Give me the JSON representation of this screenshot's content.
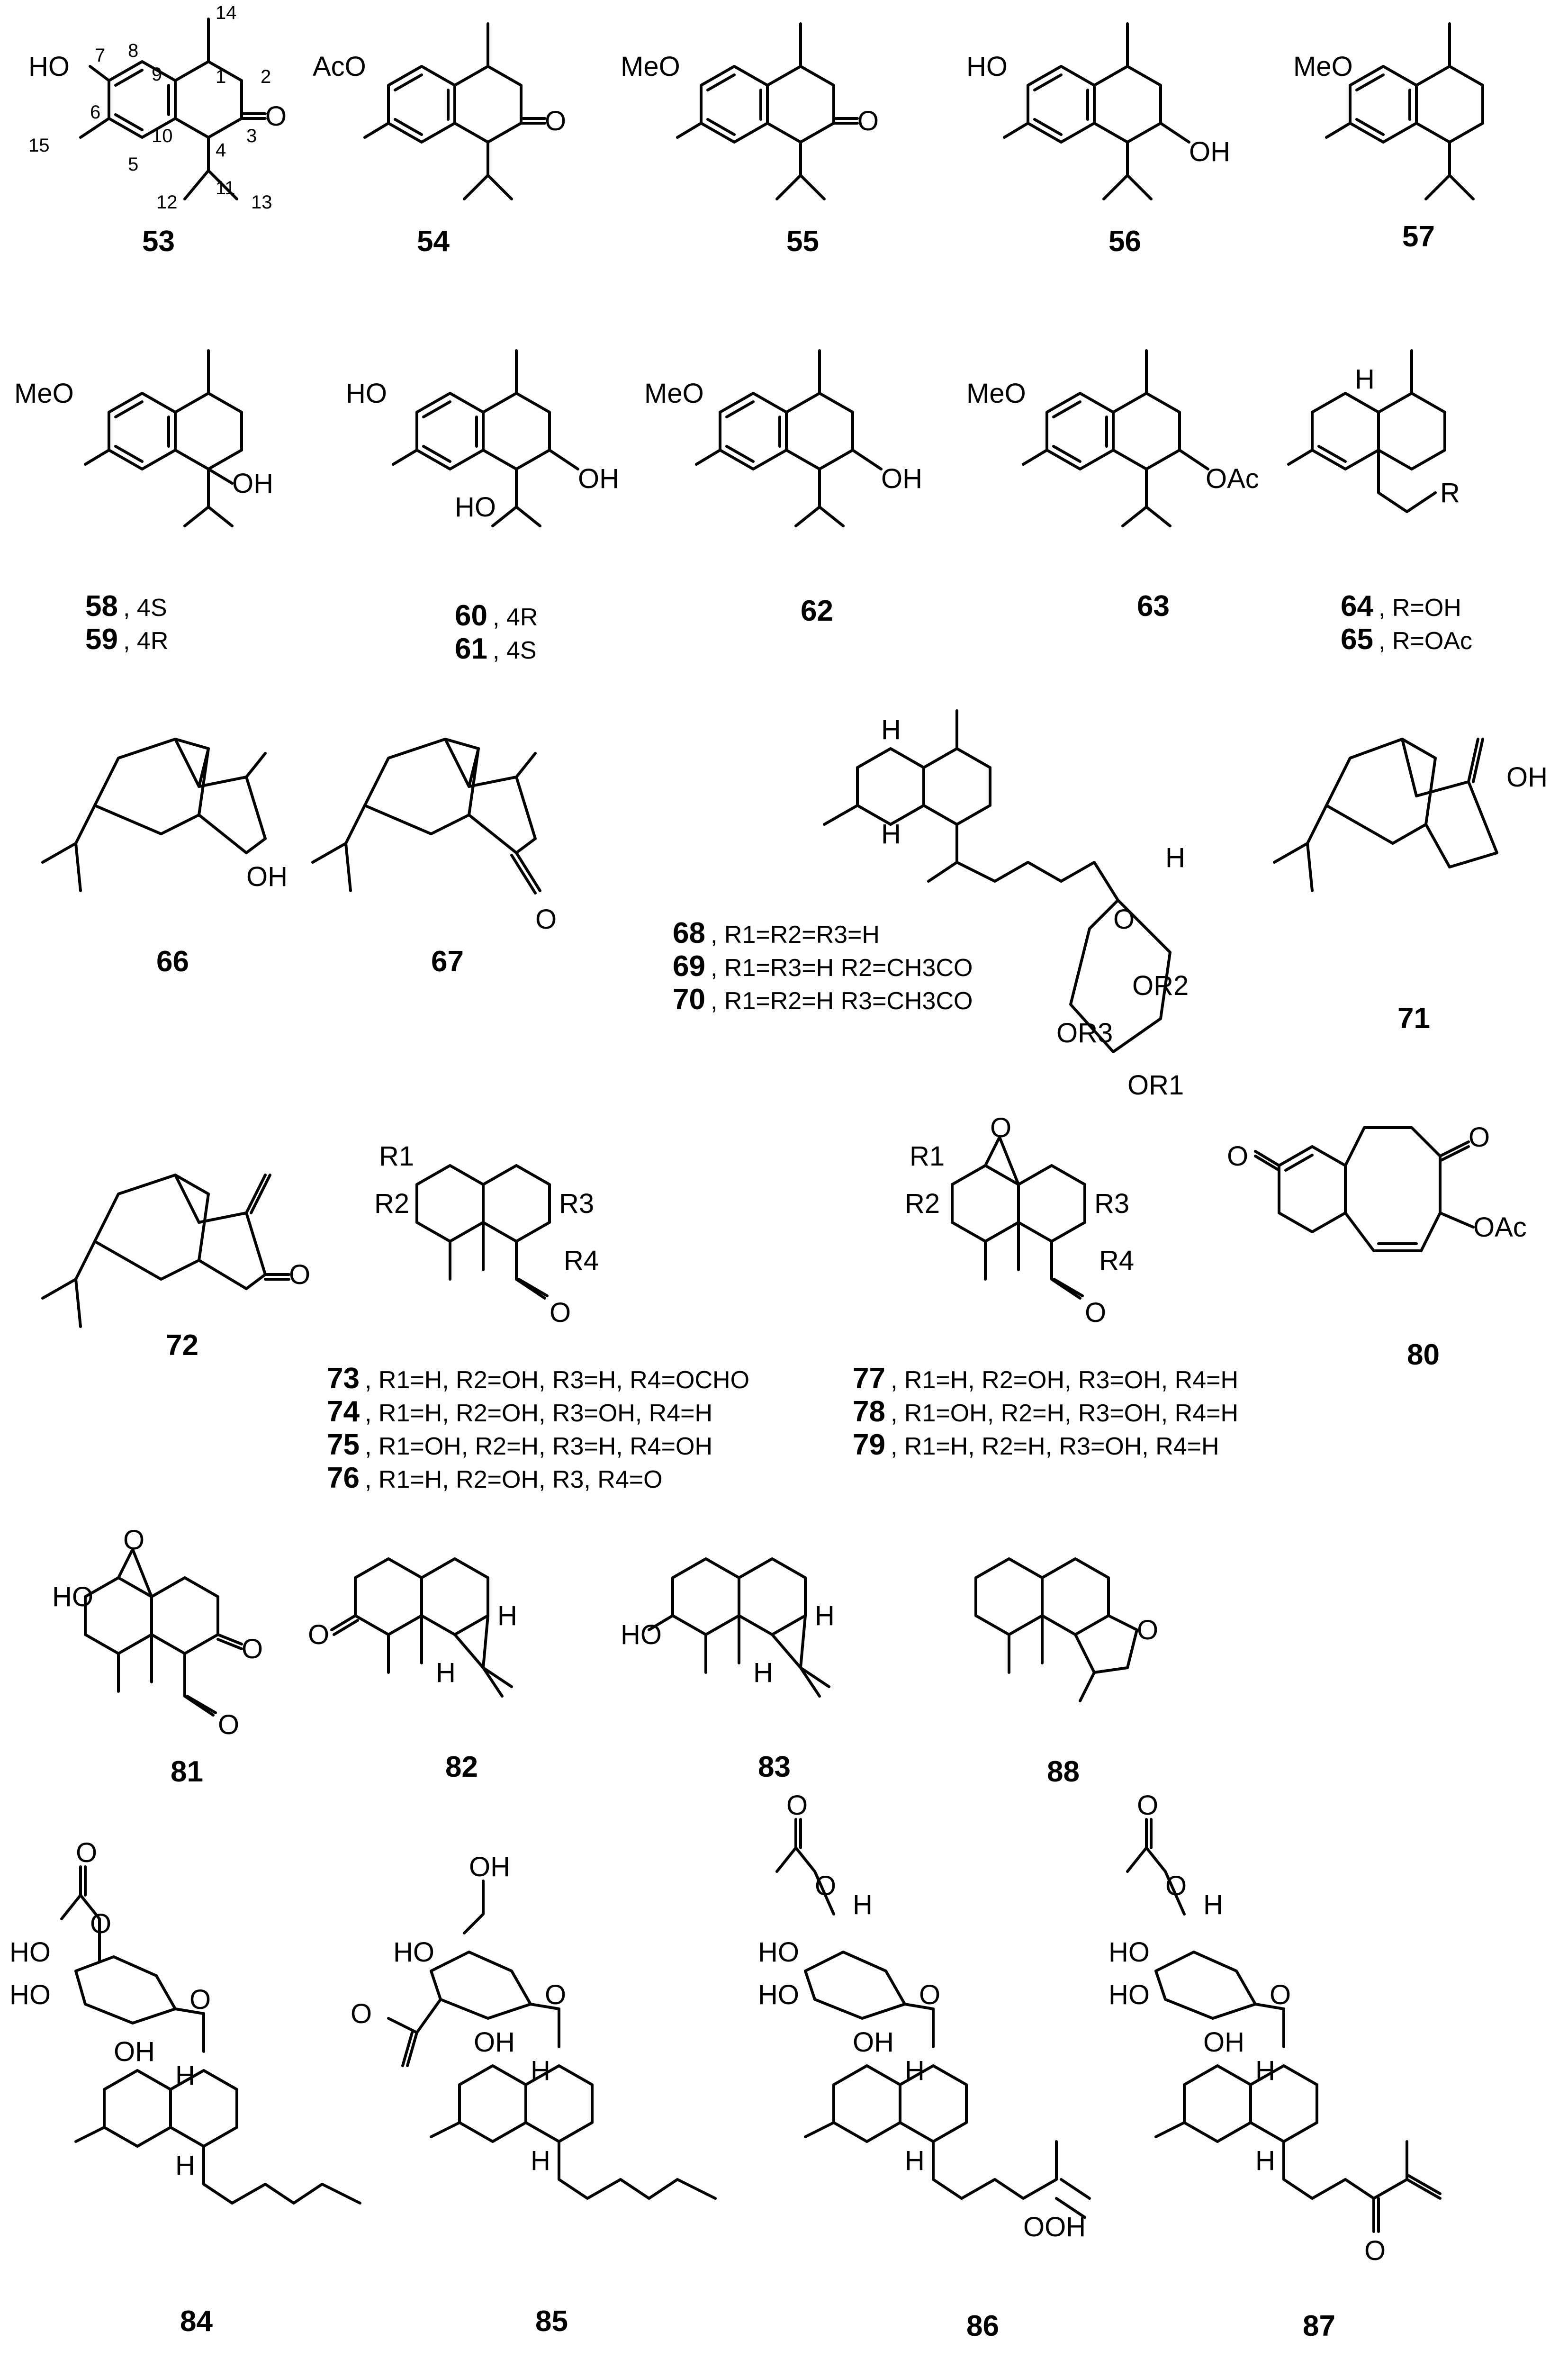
{
  "compounds": {
    "c53": {
      "number": "53"
    },
    "c54": {
      "number": "54"
    },
    "c55": {
      "number": "55"
    },
    "c56": {
      "number": "56"
    },
    "c57": {
      "number": "57"
    },
    "c58": {
      "number": "58",
      "suffix": ", 4S"
    },
    "c59": {
      "number": "59",
      "suffix": ", 4R"
    },
    "c60": {
      "number": "60",
      "suffix": ", 4R"
    },
    "c61": {
      "number": "61",
      "suffix": ", 4S"
    },
    "c62": {
      "number": "62"
    },
    "c63": {
      "number": "63"
    },
    "c64": {
      "number": "64",
      "suffix": ", R=OH"
    },
    "c65": {
      "number": "65",
      "suffix": ", R=OAc"
    },
    "c66": {
      "number": "66"
    },
    "c67": {
      "number": "67"
    },
    "c68": {
      "number": "68",
      "suffix": ", R1=R2=R3=H"
    },
    "c69": {
      "number": "69",
      "suffix": ", R1=R3=H R2=CH3CO"
    },
    "c70": {
      "number": "70",
      "suffix": ", R1=R2=H R3=CH3CO"
    },
    "c71": {
      "number": "71"
    },
    "c72": {
      "number": "72"
    },
    "c73": {
      "number": "73",
      "suffix": ", R1=H, R2=OH, R3=H, R4=OCHO"
    },
    "c74": {
      "number": "74",
      "suffix": ", R1=H, R2=OH, R3=OH, R4=H"
    },
    "c75": {
      "number": "75",
      "suffix": ", R1=OH, R2=H, R3=H, R4=OH"
    },
    "c76": {
      "number": "76",
      "suffix": ", R1=H, R2=OH, R3, R4=O"
    },
    "c77": {
      "number": "77",
      "suffix": ", R1=H, R2=OH, R3=OH, R4=H"
    },
    "c78": {
      "number": "78",
      "suffix": ", R1=OH, R2=H, R3=OH, R4=H"
    },
    "c79": {
      "number": "79",
      "suffix": ", R1=H, R2=H, R3=OH, R4=H"
    },
    "c80": {
      "number": "80"
    },
    "c81": {
      "number": "81"
    },
    "c82": {
      "number": "82"
    },
    "c83": {
      "number": "83"
    },
    "c84": {
      "number": "84"
    },
    "c85": {
      "number": "85"
    },
    "c86": {
      "number": "86"
    },
    "c87": {
      "number": "87"
    },
    "c88": {
      "number": "88"
    }
  },
  "atoms": {
    "ho": "HO",
    "oh": "OH",
    "meo": "MeO",
    "aco": "AcO",
    "oac": "OAc",
    "o": "O",
    "h": "H",
    "r": "R",
    "r1": "R1",
    "r2": "R2",
    "r3": "R3",
    "r4": "R4",
    "or1": "OR1",
    "or2": "OR2",
    "or3": "OR3",
    "ooh": "OOH"
  },
  "locants": [
    "14",
    "1",
    "2",
    "3",
    "4",
    "5",
    "6",
    "7",
    "8",
    "9",
    "10",
    "11",
    "12",
    "13",
    "15"
  ]
}
